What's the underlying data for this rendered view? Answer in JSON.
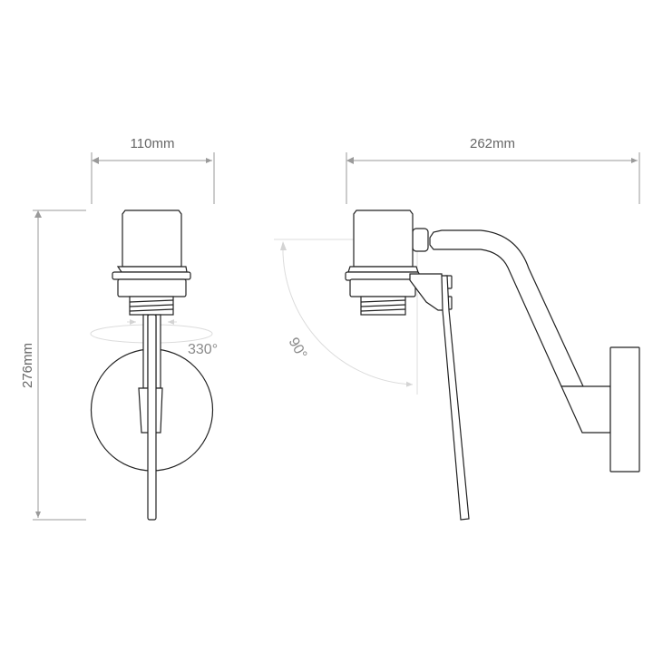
{
  "dimensions": {
    "width_front": "110mm",
    "width_side": "262mm",
    "height": "276mm"
  },
  "annotations": {
    "rotation": "330°",
    "tilt": "90°"
  },
  "colors": {
    "line": "#222222",
    "dimension": "#9a9a9a",
    "guide": "#dcdcdc"
  }
}
